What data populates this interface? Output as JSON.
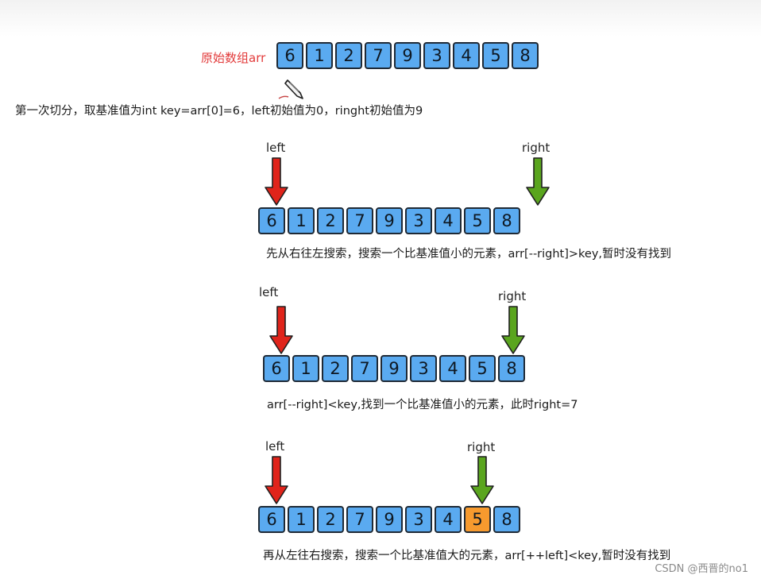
{
  "array_label": "原始数组arr",
  "intro": "第一次切分，取基准值为int key=arr[0]=6，left初始值为0，ringht初始值为9",
  "original_array": {
    "values": [
      6,
      1,
      2,
      7,
      9,
      3,
      4,
      5,
      8
    ]
  },
  "steps": [
    {
      "values": [
        6,
        1,
        2,
        7,
        9,
        3,
        4,
        5,
        8
      ],
      "left_label": "left",
      "right_label": "right",
      "caption": "先从右往左搜索，搜索一个比基准值小的元素，arr[--right]>key,暂时没有找到"
    },
    {
      "values": [
        6,
        1,
        2,
        7,
        9,
        3,
        4,
        5,
        8
      ],
      "left_label": "left",
      "right_label": "right",
      "caption": "arr[--right]<key,找到一个比基准值小的元素，此时right=7"
    },
    {
      "values": [
        6,
        1,
        2,
        7,
        9,
        3,
        4,
        5,
        8
      ],
      "highlight_index": 7,
      "left_label": "left",
      "right_label": "right",
      "caption": "再从左往右搜索，搜索一个比基准值大的元素，arr[++left]<key,暂时没有找到"
    }
  ],
  "colors": {
    "cell": "#5aaaf0",
    "highlight": "#f79a2e",
    "left_arrow": "#e0241b",
    "right_arrow": "#5aa51e",
    "label_red": "#e23a3a"
  },
  "watermark": "CSDN @西晋的no1"
}
